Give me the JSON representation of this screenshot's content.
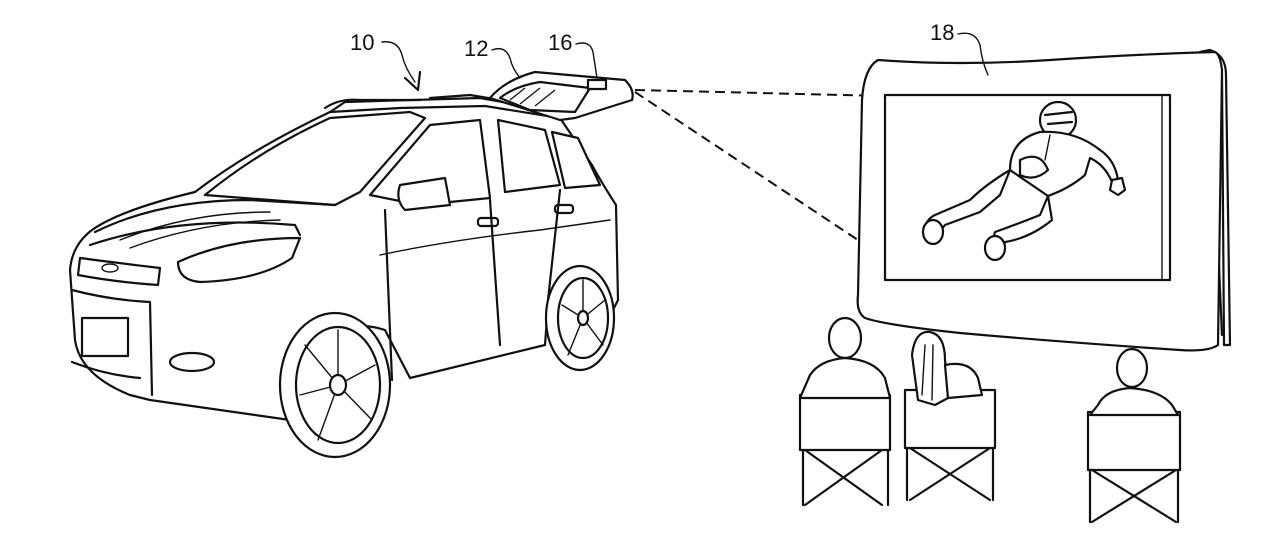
{
  "labels": {
    "vehicle": "10",
    "liftgate": "12",
    "projector": "16",
    "screen": "18"
  }
}
